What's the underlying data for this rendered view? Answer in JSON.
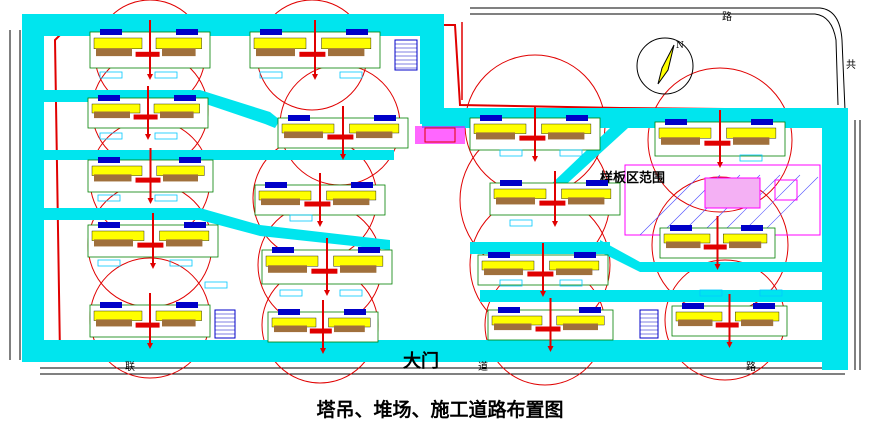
{
  "caption": "塔吊、堆场、施工道路布置图",
  "labels": {
    "main_gate": "大门",
    "sample_zone": "样板区范围",
    "north": "N",
    "road_top": "路",
    "road_right": "共",
    "road_bottom_1": "联",
    "road_bottom_2": "道",
    "road_bottom_3": "路"
  },
  "colors": {
    "road": "#00e5ee",
    "crane_circle": "#e00000",
    "boundary": "#e00000",
    "building_yellow": "#ffff00",
    "building_brown": "#a0703c",
    "building_blue": "#0000c8",
    "sample_zone": "#ff00ff",
    "north_arrow": "#ffff00"
  }
}
